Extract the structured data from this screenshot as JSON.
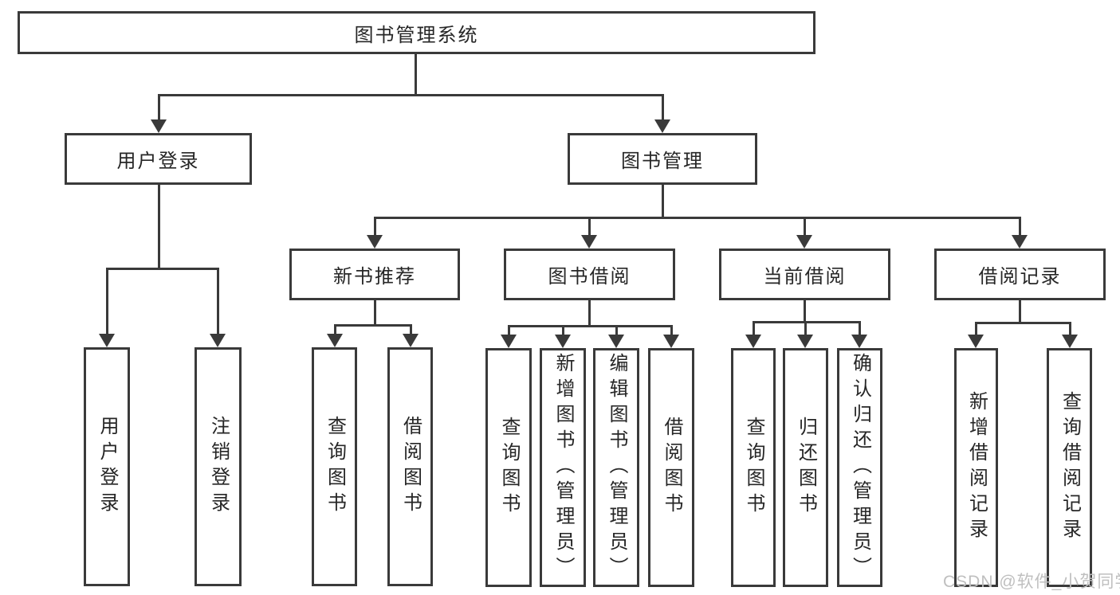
{
  "colors": {
    "line": "#3a3a3a",
    "background": "#ffffff",
    "watermark_text": "#bfbfbf"
  },
  "diagram": {
    "root": {
      "label": "图书管理系统"
    },
    "level2": [
      {
        "id": "user-login-module",
        "label": "用户登录"
      },
      {
        "id": "book-management-module",
        "label": "图书管理"
      }
    ],
    "level3": [
      {
        "id": "new-book-recommend",
        "label": "新书推荐",
        "parent": "图书管理"
      },
      {
        "id": "book-borrowing",
        "label": "图书借阅",
        "parent": "图书管理"
      },
      {
        "id": "current-borrowing",
        "label": "当前借阅",
        "parent": "图书管理"
      },
      {
        "id": "borrowing-records",
        "label": "借阅记录",
        "parent": "图书管理"
      }
    ],
    "leaves": [
      {
        "id": "user-login",
        "label": "用户登录",
        "parent": "用户登录"
      },
      {
        "id": "logout",
        "label": "注销登录",
        "parent": "用户登录"
      },
      {
        "id": "query-books-recommend",
        "label": "查询图书",
        "parent": "新书推荐"
      },
      {
        "id": "borrow-books-recommend",
        "label": "借阅图书",
        "parent": "新书推荐"
      },
      {
        "id": "query-books-borrowing",
        "label": "查询图书",
        "parent": "图书借阅"
      },
      {
        "id": "add-book-admin",
        "label": "新增图书（管理员）",
        "parent": "图书借阅"
      },
      {
        "id": "edit-book-admin",
        "label": "编辑图书（管理员）",
        "parent": "图书借阅"
      },
      {
        "id": "borrow-books-borrowing",
        "label": "借阅图书",
        "parent": "图书借阅"
      },
      {
        "id": "query-books-current",
        "label": "查询图书",
        "parent": "当前借阅"
      },
      {
        "id": "return-books",
        "label": "归还图书",
        "parent": "当前借阅"
      },
      {
        "id": "confirm-return-admin",
        "label": "确认归还（管理员）",
        "parent": "当前借阅"
      },
      {
        "id": "add-borrow-record",
        "label": "新增借阅记录",
        "parent": "借阅记录"
      },
      {
        "id": "query-borrow-record",
        "label": "查询借阅记录",
        "parent": "借阅记录"
      }
    ]
  },
  "watermark": {
    "text": "CSDN @软件_小贺同学"
  }
}
